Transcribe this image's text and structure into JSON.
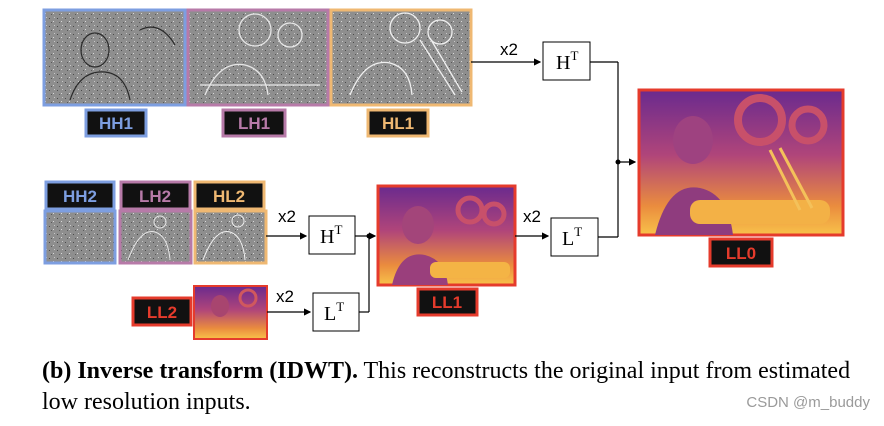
{
  "subbands": {
    "hh1": "HH1",
    "lh1": "LH1",
    "hl1": "HL1",
    "hh2": "HH2",
    "lh2": "LH2",
    "hl2": "HL2",
    "ll2": "LL2",
    "ll1": "LL1",
    "ll0": "LL0"
  },
  "operators": {
    "high": "H",
    "low": "L",
    "sup": "T",
    "upsample": "x2"
  },
  "colors": {
    "hh_border": "#7d9ee0",
    "lh_border": "#b77aa8",
    "hl_border": "#efb872",
    "ll_border": "#e53b2c",
    "tag_bg": "#111111"
  },
  "caption": {
    "bold": "(b) Inverse transform (IDWT).",
    "text": " This reconstructs the original input from estimated low resolution inputs."
  },
  "watermark": "CSDN @m_buddy"
}
